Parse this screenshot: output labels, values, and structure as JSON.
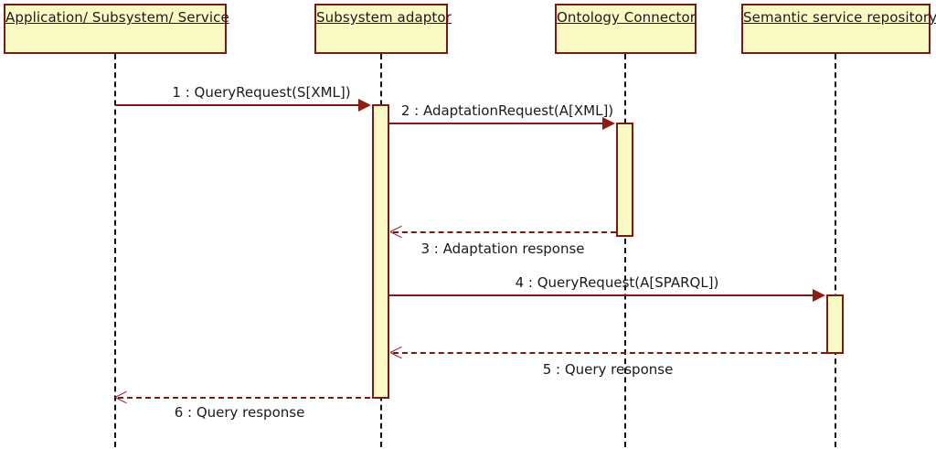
{
  "diagram": {
    "type": "uml-sequence-diagram",
    "colors": {
      "box_fill": "#fbf9c4",
      "box_border": "#7b1a12",
      "message_line": "#7b1a12",
      "lifeline": "#101010",
      "text": "#1a1a1a",
      "background": "#ffffff"
    },
    "lifelines": [
      {
        "id": "application",
        "label": "Application/ Subsystem/ Service"
      },
      {
        "id": "adaptor",
        "label": "Subsystem adaptor"
      },
      {
        "id": "ontology",
        "label": "Ontology Connector"
      },
      {
        "id": "repository",
        "label": "Semantic service repository"
      }
    ],
    "messages": [
      {
        "seq": "1",
        "label": "1 : QueryRequest(S[XML])",
        "from": "application",
        "to": "adaptor",
        "kind": "call"
      },
      {
        "seq": "2",
        "label": "2 : AdaptationRequest(A[XML])",
        "from": "adaptor",
        "to": "ontology",
        "kind": "call"
      },
      {
        "seq": "3",
        "label": "3 : Adaptation response",
        "from": "ontology",
        "to": "adaptor",
        "kind": "return"
      },
      {
        "seq": "4",
        "label": "4 : QueryRequest(A[SPARQL])",
        "from": "adaptor",
        "to": "repository",
        "kind": "call"
      },
      {
        "seq": "5",
        "label": "5 : Query response",
        "from": "repository",
        "to": "adaptor",
        "kind": "return"
      },
      {
        "seq": "6",
        "label": "6 : Query response",
        "from": "adaptor",
        "to": "application",
        "kind": "return"
      }
    ]
  }
}
